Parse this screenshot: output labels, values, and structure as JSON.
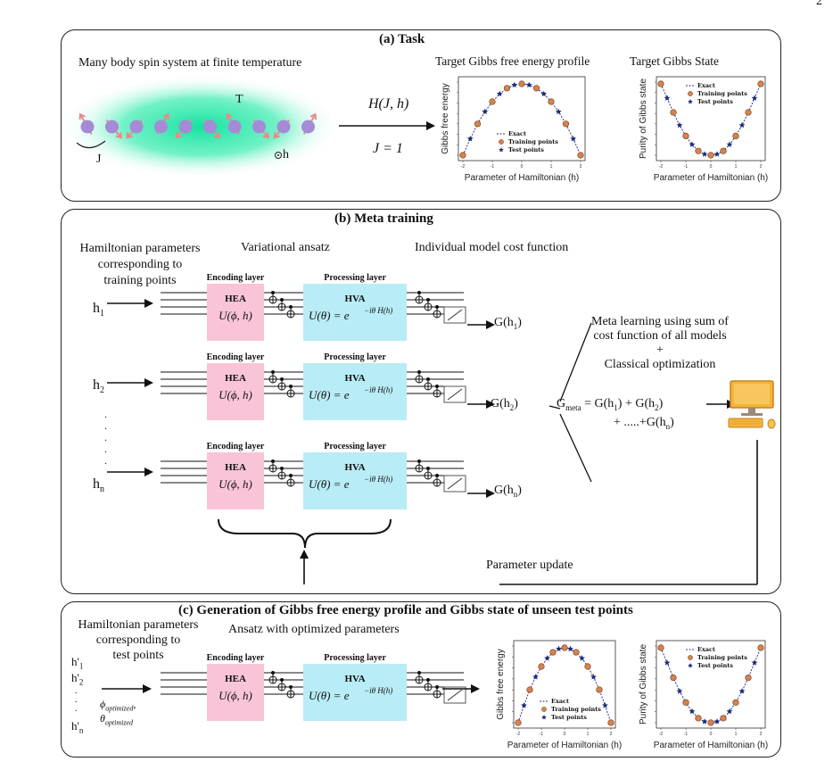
{
  "page_number": "2",
  "panel_a": {
    "title": "(a)  Task",
    "spin_caption": "Many body spin system at finite temperature",
    "label_T": "T",
    "label_J": "J",
    "label_h": "h",
    "hamiltonian": "H(J, h)",
    "coupling": "J = 1",
    "chart1_title": "Target Gibbs free energy profile",
    "chart2_title": "Target Gibbs State"
  },
  "panel_b": {
    "title": "(b)  Meta training",
    "col_params": "Hamiltonian parameters\ncorresponding to\ntraining points",
    "col_ansatz": "Variational ansatz",
    "col_cost": "Individual model cost function",
    "encoding_label": "Encoding layer",
    "processing_label": "Processing layer",
    "hea": "HEA",
    "hva": "HVA",
    "u_phi": "U(ϕ, h)",
    "u_theta": "U(θ) = e",
    "u_theta_exp": "−iθ H(h)",
    "inputs": [
      "h",
      "h",
      "h"
    ],
    "input_subs": [
      "1",
      "2",
      "n"
    ],
    "outputs": [
      "G(h",
      "G(h",
      "G(h"
    ],
    "output_subs": [
      "1",
      "2",
      "n"
    ],
    "meta_text": "Meta learning using sum of\ncost function of all models\n+\nClassical optimization",
    "gmeta_line1": "G",
    "gmeta_sub": "meta",
    "gmeta_line1b": " = G(h",
    "gmeta_s1": "1",
    "gmeta_line1c": ") + G(h",
    "gmeta_s2": "2",
    "gmeta_line1d": ")",
    "gmeta_line2": "+ .....+G(h",
    "gmeta_sn": "n",
    "gmeta_line2b": ")",
    "param_update": "Parameter update"
  },
  "panel_c": {
    "title": "(c)  Generation of Gibbs free energy profile and Gibbs state of unseen test points",
    "col_params": "Hamiltonian parameters\ncorresponding to\ntest points",
    "col_ansatz": "Ansatz with optimized parameters",
    "inputs": [
      "h'",
      "h'",
      "h'"
    ],
    "input_subs": [
      "1",
      "2",
      "n"
    ],
    "phi_opt": "ϕ",
    "phi_sub": "optimized",
    "theta_opt": "θ",
    "theta_sub": "optimized"
  },
  "colors": {
    "hea_fill": "#f9c4d8",
    "hva_fill": "#b8ecf6",
    "glow": "#1de9a4",
    "spin": "#a58ad6",
    "arrow_spin": "#e88a8a",
    "marker_train": "#d9824e",
    "marker_test": "#1b2a7a",
    "exact_line": "#2a3a9a",
    "monitor": "#f6b43a"
  },
  "chart_data": [
    {
      "type": "line",
      "ylabel": "Gibbs free energy",
      "xlabel": "Parameter of Hamiltonian (h)",
      "legend": [
        "Exact",
        "Training points",
        "Test points"
      ],
      "xlim": [
        -2,
        2
      ],
      "xticks": [
        "-2",
        "-1",
        "0",
        "1",
        "2"
      ],
      "series": [
        {
          "name": "Exact",
          "style": "dashed-line",
          "x": [
            -2.0,
            -1.75,
            -1.5,
            -1.25,
            -1.0,
            -0.75,
            -0.5,
            -0.25,
            0.0,
            0.25,
            0.5,
            0.75,
            1.0,
            1.25,
            1.5,
            1.75,
            2.0
          ],
          "y": [
            0.0,
            0.23,
            0.44,
            0.61,
            0.75,
            0.86,
            0.94,
            0.985,
            1.0,
            0.985,
            0.94,
            0.86,
            0.75,
            0.61,
            0.44,
            0.23,
            0.0
          ]
        },
        {
          "name": "Training points",
          "x": [
            -2.0,
            -1.5,
            -1.0,
            -0.5,
            0.0,
            0.5,
            1.0,
            1.5,
            2.0
          ],
          "y": [
            0.0,
            0.44,
            0.75,
            0.94,
            1.0,
            0.94,
            0.75,
            0.44,
            0.0
          ]
        },
        {
          "name": "Test points",
          "x": [
            -1.75,
            -1.25,
            -0.75,
            -0.25,
            0.25,
            0.75,
            1.25,
            1.75
          ],
          "y": [
            0.23,
            0.61,
            0.86,
            0.985,
            0.985,
            0.86,
            0.61,
            0.23
          ]
        }
      ]
    },
    {
      "type": "line",
      "ylabel": "Purity of Gibbs state",
      "xlabel": "Parameter of Hamiltonian (h)",
      "legend": [
        "Exact",
        "Training points",
        "Test points"
      ],
      "xlim": [
        -2,
        2
      ],
      "xticks": [
        "-2",
        "-1",
        "0",
        "1",
        "2"
      ],
      "series": [
        {
          "name": "Exact",
          "style": "dashed-line",
          "x": [
            -2.0,
            -1.75,
            -1.5,
            -1.25,
            -1.0,
            -0.75,
            -0.5,
            -0.25,
            0.0,
            0.25,
            0.5,
            0.75,
            1.0,
            1.25,
            1.5,
            1.75,
            2.0
          ],
          "y": [
            1.0,
            0.8,
            0.6,
            0.42,
            0.27,
            0.15,
            0.06,
            0.015,
            0.0,
            0.015,
            0.06,
            0.15,
            0.27,
            0.42,
            0.6,
            0.8,
            1.0
          ]
        },
        {
          "name": "Training points",
          "x": [
            -2.0,
            -1.5,
            -1.0,
            -0.5,
            0.0,
            0.5,
            1.0,
            1.5,
            2.0
          ],
          "y": [
            1.0,
            0.6,
            0.27,
            0.06,
            0.0,
            0.06,
            0.27,
            0.6,
            1.0
          ]
        },
        {
          "name": "Test points",
          "x": [
            -1.75,
            -1.25,
            -0.75,
            -0.25,
            0.25,
            0.75,
            1.25,
            1.75
          ],
          "y": [
            0.8,
            0.42,
            0.15,
            0.015,
            0.015,
            0.15,
            0.42,
            0.8
          ]
        }
      ]
    }
  ]
}
